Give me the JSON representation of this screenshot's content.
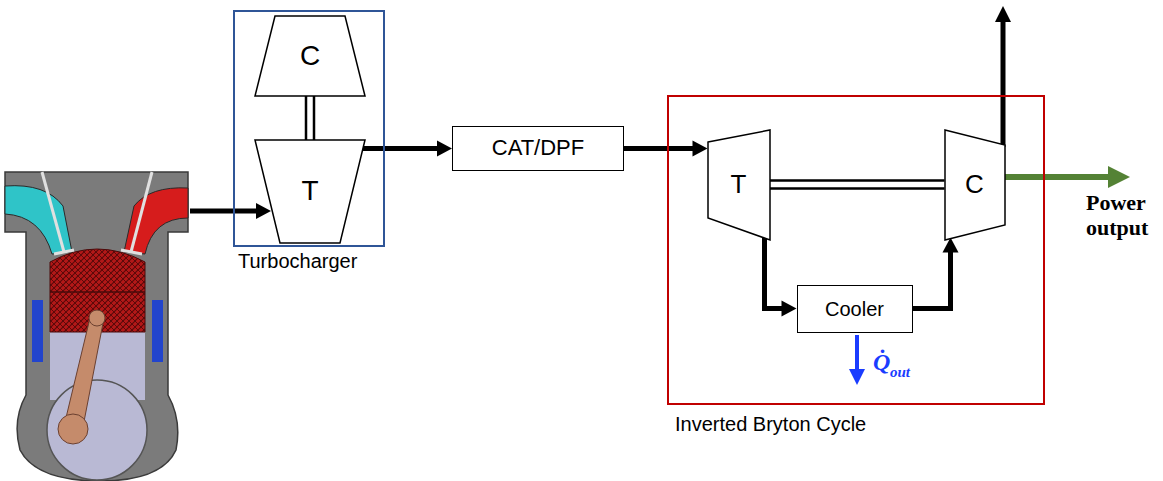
{
  "diagram": {
    "nodes": [
      {
        "text": [
          "Turbocharger"
        ]
      },
      {
        "text": [
          "C"
        ],
        "in": 0
      },
      {
        "text": [
          "T"
        ],
        "in": 0
      },
      {
        "text": [
          "CAT/DPF"
        ]
      },
      {
        "text": [
          "Inverted Bryton Cycle"
        ]
      },
      {
        "text": [
          "T"
        ],
        "in": 4
      },
      {
        "text": [
          "C"
        ],
        "in": 4
      },
      {
        "text": [
          "Cooler"
        ],
        "in": 4
      }
    ],
    "edges": [
      {
        "from": 1,
        "to": 2,
        "arrow": "none"
      },
      {
        "from": 2,
        "to": 3,
        "arrow": "to"
      },
      {
        "from": 3,
        "to": 5,
        "arrow": "to"
      },
      {
        "from": 5,
        "to": 6,
        "arrow": "none"
      },
      {
        "from": 5,
        "to": 7,
        "arrow": "to"
      },
      {
        "from": 7,
        "to": 6,
        "arrow": "to"
      }
    ],
    "labels": [
      "Power output",
      "Q̇",
      "out"
    ]
  }
}
